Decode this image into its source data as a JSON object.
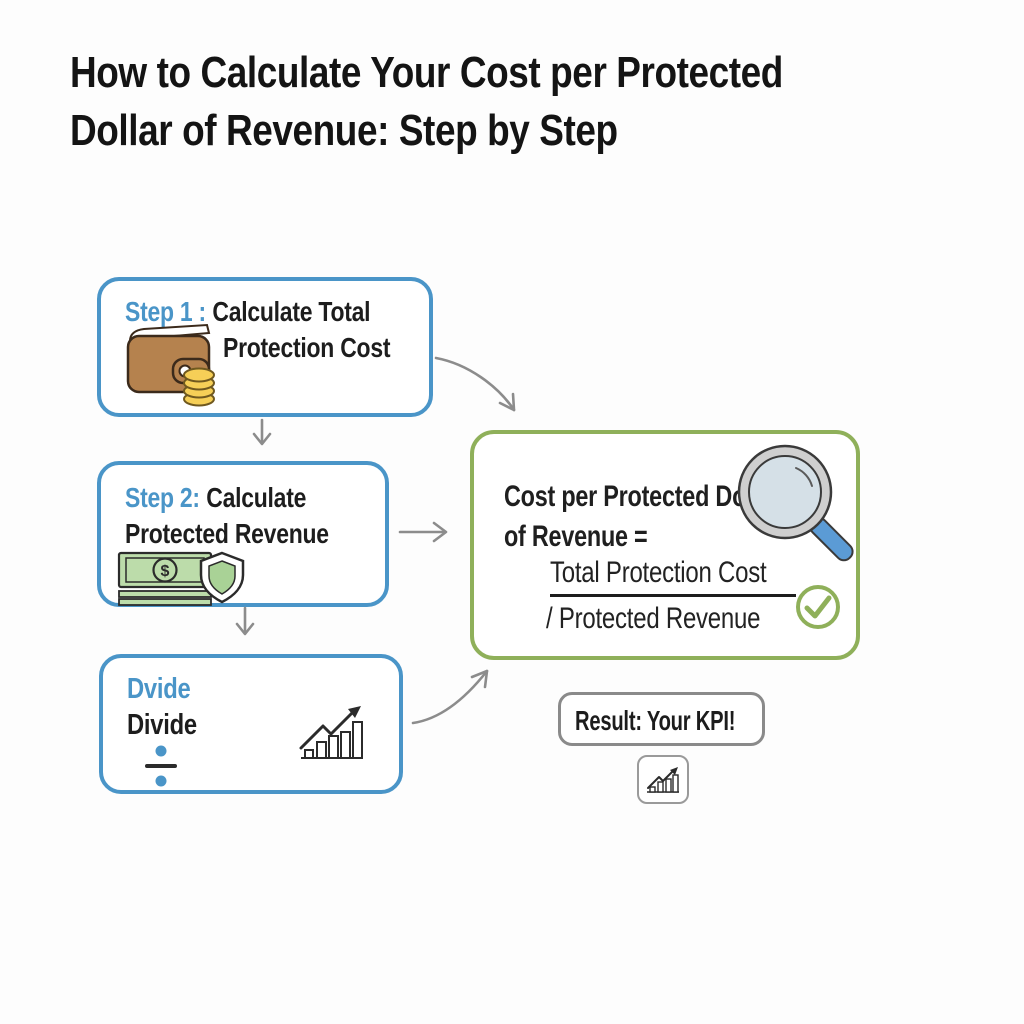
{
  "title": {
    "line1": "How to Calculate Your Cost per Protected",
    "line2": "Dollar of Revenue: Step by Step"
  },
  "steps": [
    {
      "label": "Step 1 :",
      "title_line1": "Calculate Total",
      "title_line2": "Protection Cost",
      "icon": "wallet-with-coins-icon"
    },
    {
      "label": "Step 2:",
      "title_line1": "Calculate",
      "title_line2": "Protected Revenue",
      "icon": "banknote-with-shield-icon"
    },
    {
      "label": "Dvide",
      "title_line2": "Divide",
      "icon": "division-sign-icon, growth-chart-icon"
    }
  ],
  "result_box": {
    "heading_line1": "Cost per Protected Dollar",
    "heading_line2": "of Revenue =",
    "numerator": "Total Protection Cost",
    "denominator": "/ Protected Revenue",
    "icons": "magnifier-icon, check-circle-icon"
  },
  "kpi_box": {
    "label": "Result: Your KPI!",
    "icon": "mini-growth-chart-icon"
  },
  "colors": {
    "step_accent": "#4a95c8",
    "result_accent": "#8fb05a",
    "arrow_gray": "#8c8c8c",
    "kpi_border": "#8a8a8a",
    "text_dark": "#1d1d1d",
    "wallet_brown": "#b5824e",
    "coin_gold": "#f6cf57",
    "bill_green": "#bcdcaa",
    "shield_green": "#a9d296",
    "lens_blue": "#d9ebf7",
    "magnifier_handle_blue": "#5b9bd5"
  }
}
